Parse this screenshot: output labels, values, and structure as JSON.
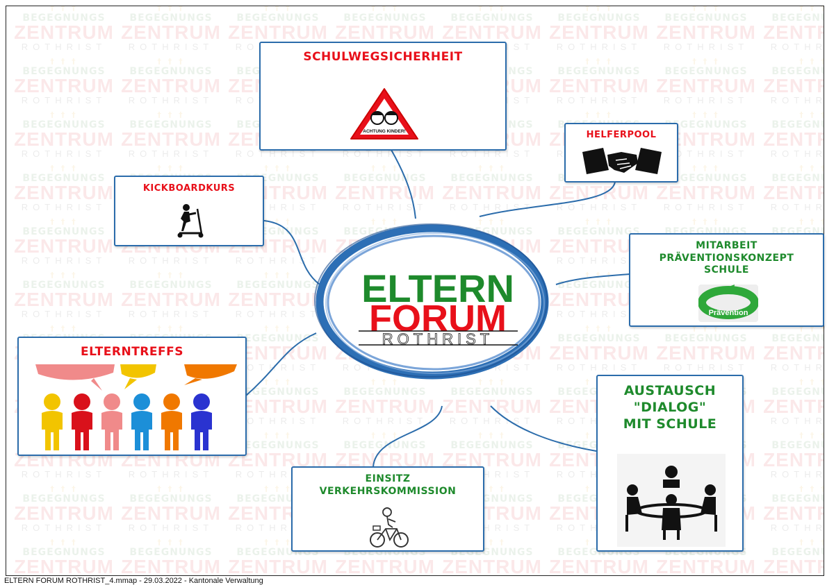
{
  "center": {
    "line1": "ELTERN",
    "line2": "FORUM",
    "line3": "ROTHRIST"
  },
  "watermark": {
    "line1": "BEGEGNUNGS",
    "line2": "ZENTRUM",
    "line3": "ROTHRIST"
  },
  "nodes": {
    "schulweg": {
      "title": "SCHULWEGSICHERHEIT",
      "sign_text": "ACHTUNG KINDER!"
    },
    "helferpool": {
      "title": "HELFERPOOL"
    },
    "kickboard": {
      "title": "KICKBOARDKURS"
    },
    "praevention": {
      "line1": "MITARBEIT",
      "line2": "PRÄVENTIONSKONZEPT",
      "line3": "SCHULE",
      "badge": "Prävention"
    },
    "elterntreffs": {
      "title": "ELTERNTREFFS"
    },
    "austausch": {
      "line1": "AUSTAUSCH",
      "line2": "\"DIALOG\"",
      "line3": "MIT SCHULE"
    },
    "einsitz": {
      "line1": "EINSITZ",
      "line2": "VERKEHRSKOMMISSION"
    }
  },
  "colors": {
    "border": "#2b6cab",
    "red": "#e8101a",
    "green": "#1e8a2c",
    "ring": "#2d6fb5"
  },
  "people_colors": [
    "#f2c400",
    "#d9111b",
    "#f08a8a",
    "#1c8fd8",
    "#f07800",
    "#2a33d0"
  ],
  "bubble_colors": [
    "#f08a8a",
    "#f2c400",
    "#f07800"
  ],
  "footer": "ELTERN FORUM ROTHRIST_4.mmap - 29.03.2022 - Kantonale Verwaltung"
}
